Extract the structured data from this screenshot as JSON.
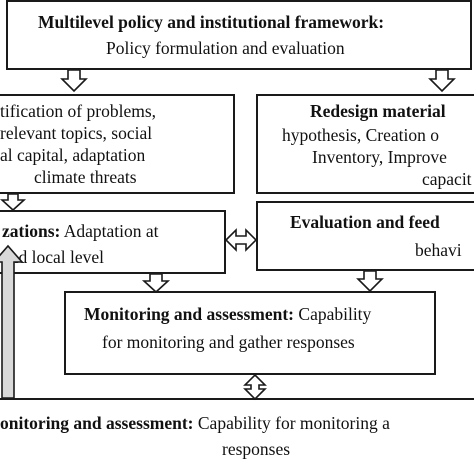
{
  "boxes": {
    "policy": {
      "title": "Multilevel policy and institutional framework:",
      "body": "Policy formulation and evaluation"
    },
    "identification": {
      "lines": [
        "tification of problems,",
        "relevant topics, social",
        "al capital, adaptation",
        "climate threats"
      ]
    },
    "redesign": {
      "title": "Redesign material",
      "lines": [
        "hypothesis, Creation o",
        "Inventory, Improve",
        "capacit"
      ]
    },
    "organizations": {
      "title": "zations:",
      "body": "Adaptation at",
      "line2": "and local level"
    },
    "evaluation": {
      "title": "Evaluation and feed",
      "body": "behavi"
    },
    "monitoring_inner": {
      "title": "Monitoring and assessment:",
      "body": "Capability",
      "line2": "for monitoring and gather responses"
    },
    "monitoring_outer": {
      "title": "onitoring and assessment:",
      "body": "Capability for monitoring a",
      "line2": "responses"
    }
  },
  "colors": {
    "border": "#1a1a1a",
    "arrow_fill": "#ffffff",
    "side_arrow_fill": "#d9d9d9"
  },
  "icons": [
    "down-arrow-icon",
    "double-arrow-icon",
    "up-arrow-icon"
  ]
}
